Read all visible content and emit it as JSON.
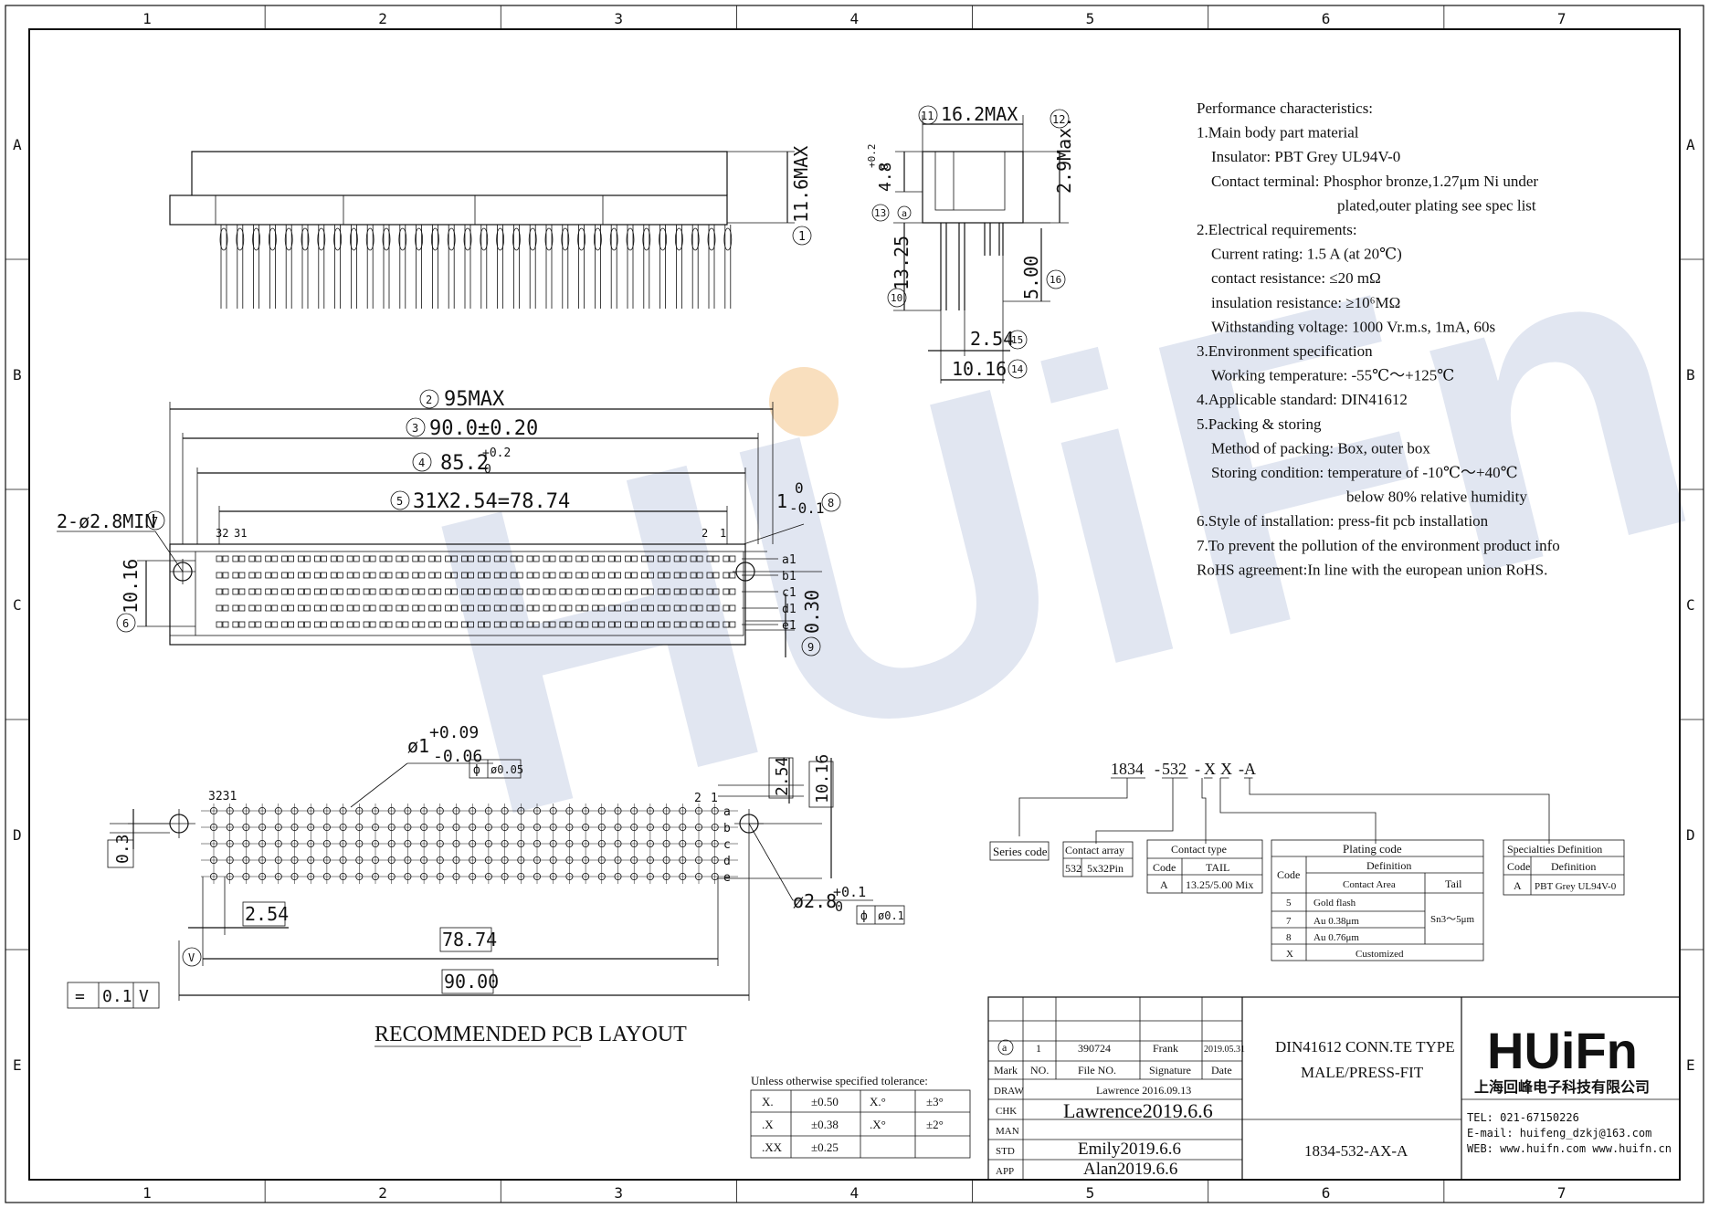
{
  "frame": {
    "cols": [
      "1",
      "2",
      "3",
      "4",
      "5",
      "6",
      "7"
    ],
    "rows": [
      "A",
      "B",
      "C",
      "D",
      "E"
    ]
  },
  "watermark": {
    "text": "HUiFn",
    "color": "#c9d2e6",
    "dot_color": "#f5c58a"
  },
  "side_view": {
    "height_label": "11.6MAX",
    "height_num": "1"
  },
  "end_view": {
    "width_label": "16.2MAX",
    "width_num": "11",
    "top_label": "2.9Max.",
    "top_num": "12",
    "pin_label": "4.8",
    "pin_tol_up": "+0.2",
    "pin_tol_dn": "0",
    "pin_num": "13",
    "mark_a": "a",
    "tail_label": "13.25",
    "tail_num": "10",
    "press_label": "5.00",
    "press_num": "16",
    "pitch_label": "2.54",
    "pitch_num": "15",
    "row_label": "10.16",
    "row_num": "14"
  },
  "front_view": {
    "dim2_num": "2",
    "dim2": "95MAX",
    "dim3_num": "3",
    "dim3": "90.0±0.20",
    "dim4_num": "4",
    "dim4": "85.2",
    "dim4_up": "+0.2",
    "dim4_dn": "0",
    "dim5_num": "5",
    "dim5": "31X2.54=78.74",
    "dim8": "1",
    "dim8_up": "0",
    "dim8_dn": "-0.1",
    "dim8_num": "8",
    "hole_label": "2-ø2.8MIN",
    "hole_num": "7",
    "pins_left": [
      "32",
      "31"
    ],
    "pins_right": [
      "2",
      "1"
    ],
    "row_labels": [
      "a1",
      "b1",
      "c1",
      "d1",
      "e1"
    ],
    "height_label": "10.16",
    "height_num": "6",
    "gap_label": "0.30",
    "gap_num": "9"
  },
  "pcb": {
    "hole_dia": "ø1",
    "hole_tol_up": "+0.09",
    "hole_tol_dn": "-0.06",
    "hole_pos_sym": "ф",
    "hole_pos_val": "ø0.05",
    "pins_left": "3231",
    "pins_right": [
      "2",
      "1"
    ],
    "rows": [
      "a",
      "b",
      "c",
      "d",
      "e"
    ],
    "dim_03": "0.3",
    "dim_254": "2.54",
    "dim_2p54v": "2.54",
    "dim_1016": "10.16",
    "dim_7874": "78.74",
    "dim_9000": "90.00",
    "big_hole": "ø2.8",
    "big_hole_up": "+0.1",
    "big_hole_dn": "0",
    "big_pos_sym": "ф",
    "big_pos_val": "ø0.1",
    "datum": "V",
    "flat_sym": "=",
    "flat_val": "0.1",
    "flat_datum": "V",
    "caption": "RECOMMENDED PCB LAYOUT"
  },
  "specs": {
    "lines": [
      {
        "text": "Performance characteristics:",
        "indent": 0
      },
      {
        "text": "1.Main body part material",
        "indent": 0
      },
      {
        "text": "Insulator: PBT Grey UL94V-0",
        "indent": 1
      },
      {
        "text": "Contact terminal: Phosphor bronze,1.27μm Ni under",
        "indent": 1
      },
      {
        "text": "plated,outer plating see spec list",
        "indent": 2
      },
      {
        "text": "2.Electrical requirements:",
        "indent": 0
      },
      {
        "text": "Current rating: 1.5 A (at 20℃)",
        "indent": 1
      },
      {
        "text": "contact resistance: ≤20 mΩ",
        "indent": 1
      },
      {
        "text": "insulation resistance: ≥10⁶MΩ",
        "indent": 1
      },
      {
        "text": "Withstanding voltage: 1000 Vr.m.s, 1mA, 60s",
        "indent": 1
      },
      {
        "text": "3.Environment specification",
        "indent": 0
      },
      {
        "text": "Working temperature: -55℃～+125℃",
        "indent": 1
      },
      {
        "text": "4.Applicable standard: DIN41612",
        "indent": 0
      },
      {
        "text": "5.Packing & storing",
        "indent": 0
      },
      {
        "text": "Method of packing: Box, outer box",
        "indent": 1
      },
      {
        "text": "Storing condition: temperature of -10℃～+40℃",
        "indent": 1
      },
      {
        "text": "below 80% relative humidity",
        "indent": 3
      },
      {
        "text": "6.Style of installation: press-fit pcb installation",
        "indent": 0
      },
      {
        "text": "7.To prevent the pollution of the environment product info",
        "indent": 0
      },
      {
        "text": "RoHS agreement:In line with the european union RoHS.",
        "indent": 0
      }
    ]
  },
  "part_number": {
    "segments": [
      "1834",
      "-",
      "532",
      "-",
      "X",
      "X",
      "-",
      "A"
    ],
    "series_code": "Series code",
    "contact_array": {
      "title": "Contact array",
      "code": "532",
      "value": "5x32Pin"
    },
    "contact_type": {
      "title": "Contact type",
      "col1": "Code",
      "col2": "TAIL",
      "code": "A",
      "value": "13.25/5.00 Mix"
    },
    "plating": {
      "title": "Plating code",
      "col_code": "Code",
      "col_def": "Definition",
      "col_area": "Contact Area",
      "col_tail": "Tail",
      "rows": [
        {
          "code": "5",
          "area": "Gold flash"
        },
        {
          "code": "7",
          "area": "Au 0.38μm"
        },
        {
          "code": "8",
          "area": "Au 0.76μm"
        },
        {
          "code": "X",
          "area": "Customized"
        }
      ],
      "tail_value": "Sn3～5μm"
    },
    "specialties": {
      "title": "Specialties Definition",
      "col1": "Code",
      "col2": "Definition",
      "code": "A",
      "value": "PBT Grey UL94V-0"
    }
  },
  "tolerance": {
    "title": "Unless otherwise specified tolerance:",
    "rows": [
      [
        "X.",
        "±0.50",
        "X.°",
        "±3°"
      ],
      [
        ".X",
        "±0.38",
        ".X°",
        "±2°"
      ],
      [
        ".XX",
        "±0.25",
        "",
        ""
      ]
    ]
  },
  "title_block": {
    "rev": {
      "mark": "a",
      "no": "1",
      "file": "390724",
      "sign": "Frank",
      "date": "2019.05.31"
    },
    "headers": {
      "mark": "Mark",
      "no": "NO.",
      "file": "File NO.",
      "sign": "Signature",
      "date": "Date"
    },
    "draw": {
      "label": "DRAW",
      "value": "Lawrence 2016.09.13"
    },
    "chk": {
      "label": "CHK",
      "value": "Lawrence2019.6.6"
    },
    "man": {
      "label": "MAN",
      "value": ""
    },
    "std": {
      "label": "STD",
      "value": "Emily2019.6.6"
    },
    "app": {
      "label": "APP",
      "value": "Alan2019.6.6"
    },
    "title_line1": "DIN41612 CONN.TE TYPE",
    "title_line2": "MALE/PRESS-FIT",
    "drawing_no": "1834-532-AX-A",
    "logo_text": "HUiFn",
    "company": "上海回峰电子科技有限公司",
    "tel": "TEL: 021-67150226",
    "email": "E-mail: huifeng_dzkj@163.com",
    "web": "WEB: www.huifn.com  www.huifn.cn"
  }
}
